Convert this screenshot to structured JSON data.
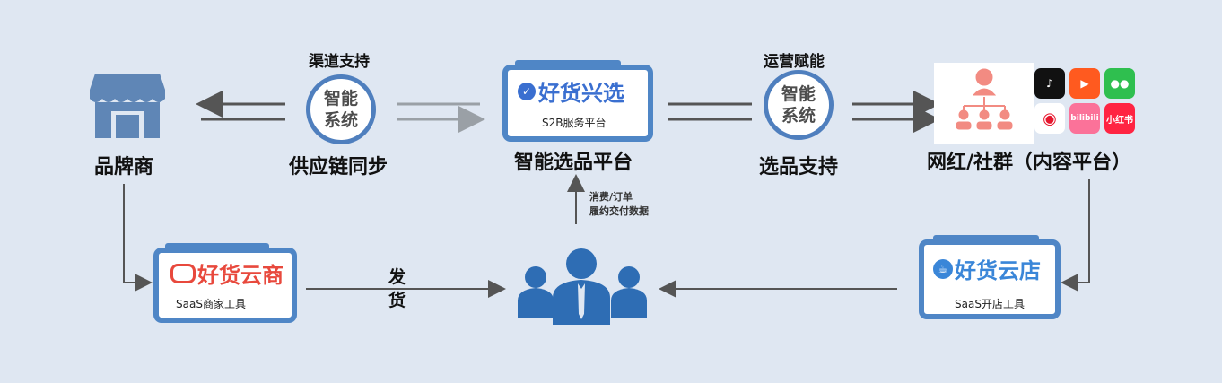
{
  "brand": {
    "label": "品牌商"
  },
  "channel": {
    "top": "渠道支持",
    "circle": [
      "智能",
      "系统"
    ],
    "bottom": "供应链同步"
  },
  "platform": {
    "logo": "好货兴选",
    "sub": "S2B服务平台",
    "title": "智能选品平台"
  },
  "ops": {
    "top": "运营赋能",
    "circle": [
      "智能",
      "系统"
    ],
    "bottom": "选品支持"
  },
  "influencer": {
    "title": "网红/社群（内容平台）",
    "apps": [
      "tiktok-icon",
      "kuaishou-icon",
      "wechat-icon",
      "weibo-icon",
      "bilibili-icon",
      "xiaohongshu-icon"
    ],
    "bilibili_text": "bilibili",
    "xhs_text": "小红书"
  },
  "data_flow": {
    "line1": "消费/订单",
    "line2": "履约交付数据"
  },
  "merchant": {
    "logo": "好货云商",
    "sub": "SaaS商家工具"
  },
  "ship": {
    "line1": "发",
    "line2": "货"
  },
  "shop": {
    "logo": "好货云店",
    "sub": "SaaS开店工具"
  },
  "colors": {
    "background": "#dfe7f2",
    "accent": "#4f86c6",
    "arrow": "#555555",
    "logo_red": "#e8493d",
    "logo_blue": "#3a6fd0"
  }
}
